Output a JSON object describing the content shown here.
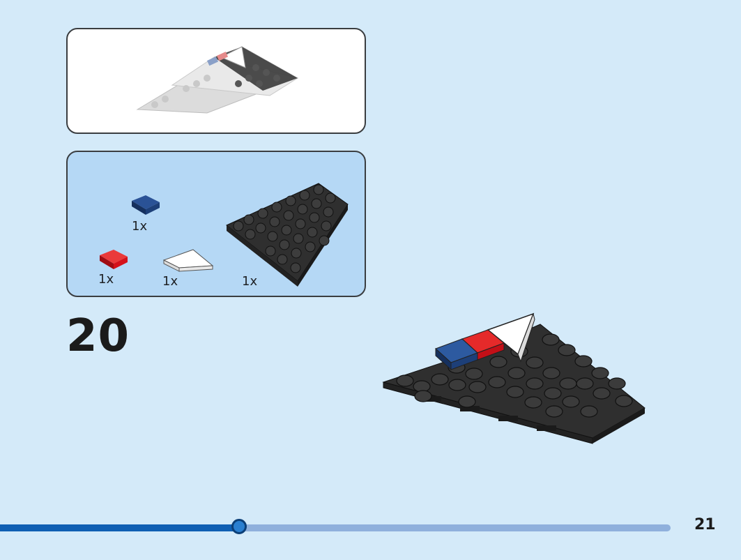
{
  "step": {
    "number": "20"
  },
  "parts": [
    {
      "name": "blue-tile",
      "qty": "1x"
    },
    {
      "name": "red-tile",
      "qty": "1x"
    },
    {
      "name": "white-wedge-tile",
      "qty": "1x"
    },
    {
      "name": "black-wedge-plate",
      "qty": "1x"
    }
  ],
  "page": {
    "number": "21"
  },
  "progress": {
    "fraction": 0.357
  },
  "colors": {
    "blue": "#1d3f78",
    "red": "#d5111a",
    "black": "#2f2f2f",
    "white": "#f6f6f6",
    "panel": "#b5d8f5",
    "background": "#d4eaf9"
  }
}
